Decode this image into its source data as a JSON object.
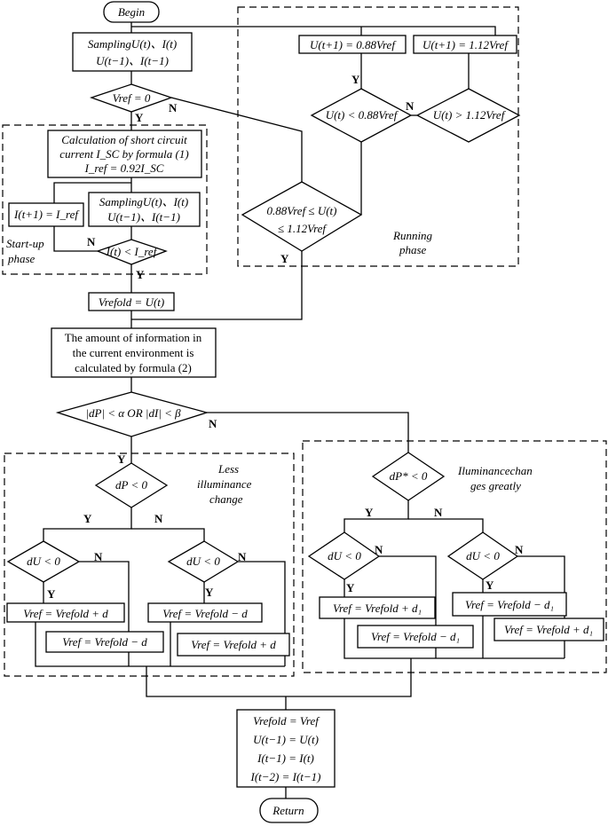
{
  "nodes": {
    "begin": "Begin",
    "sampling1_line1": "SamplingU(t)、I(t)",
    "sampling1_line2": "U(t−1)、I(t−1)",
    "vref_zero": "Vref = 0",
    "calc_line1": "Calculation of short circuit",
    "calc_line2": "current I_SC by formula (1)",
    "calc_line3": "I_ref = 0.92I_SC",
    "sampling2_line1": "SamplingU(t)、I(t)",
    "sampling2_line2": "U(t−1)、I(t−1)",
    "it1_iref": "I(t+1) = I_ref",
    "it_lt_iref": "I(t) < I_ref",
    "start_up_phase_line1": "Start-up",
    "start_up_phase_line2": "phase",
    "range_cond_line1": "0.88Vref ≤ U(t)",
    "range_cond_line2": "≤ 1.12Vref",
    "u_lt_088": "U(t) < 0.88Vref",
    "u_gt_112": "U(t) > 1.12Vref",
    "set_088": "U(t+1) = 0.88Vref",
    "set_112": "U(t+1) = 1.12Vref",
    "running_phase_line1": "Running",
    "running_phase_line2": "phase",
    "vrefold_u": "Vrefold = U(t)",
    "info_line1": "The amount of information in",
    "info_line2": "the current environment is",
    "info_line3": "calculated by formula (2)",
    "dp_cond": "|dP| < α  OR |dI| < β",
    "dp_lt0": "dP < 0",
    "less_illum_line1": "Less",
    "less_illum_line2": "illuminance",
    "less_illum_line3": "change",
    "du_lt0_a": "dU < 0",
    "du_lt0_b": "dU < 0",
    "vref_plus_d_a": "Vref = Vrefold + d",
    "vref_minus_d_a": "Vref = Vrefold − d",
    "vref_minus_d_b": "Vref = Vrefold − d",
    "vref_plus_d_b": "Vref = Vrefold + d",
    "dpstar_lt0": "dP* < 0",
    "illum_great_line1": "Iluminancechan",
    "illum_great_line2": "ges greatly",
    "du_lt0_c": "dU < 0",
    "du_lt0_d": "dU < 0",
    "vref_plus_d1_a": "Vref = Vrefold + d₁",
    "vref_minus_d1_a": "Vref = Vrefold − d₁",
    "vref_minus_d1_b": "Vref = Vrefold − d₁",
    "vref_plus_d1_b": "Vref = Vrefold + d₁",
    "final_line1": "Vrefold = Vref",
    "final_line2": "U(t−1) = U(t)",
    "final_line3": "I(t−1) = I(t)",
    "final_line4": "I(t−2) = I(t−1)",
    "return": "Return"
  },
  "labels": {
    "Y": "Y",
    "N": "N"
  }
}
